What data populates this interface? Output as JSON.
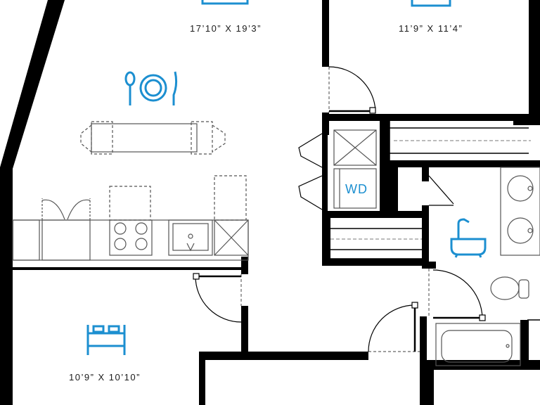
{
  "rooms": {
    "living_dims": "17’10” X 19’3”",
    "bedroom_top_dims": "11’9” X 11’4”",
    "bedroom_bottom_dims": "10’9” X 10’10”"
  },
  "labels": {
    "laundry": "WD"
  },
  "icons": {
    "dining": "dining-icon",
    "bed": "bed-icon",
    "bath": "bathtub-icon"
  },
  "colors": {
    "wall": "#000000",
    "accent": "#1c8fd0",
    "fixture": "#555555"
  }
}
